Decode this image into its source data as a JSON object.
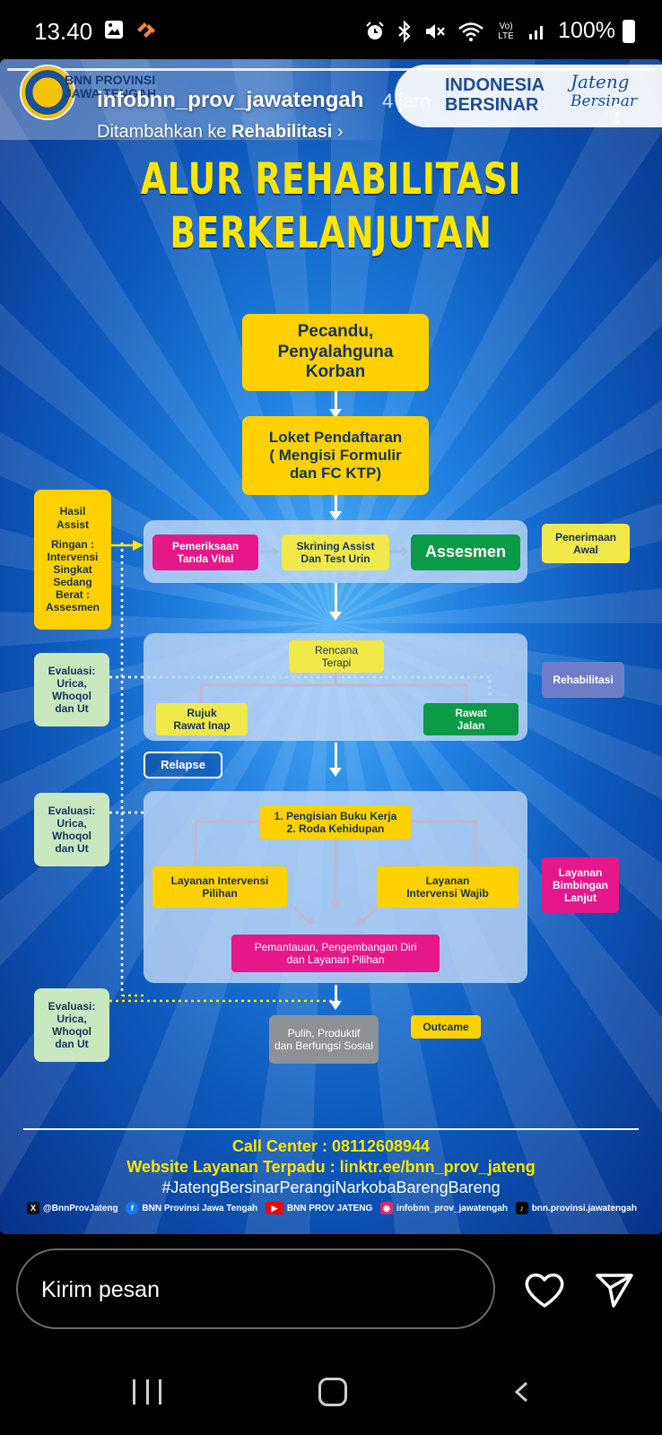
{
  "status_bar": {
    "time": "13.40",
    "battery": "100%",
    "network": "Vo) LTE"
  },
  "story": {
    "account": "infobnn_prov_jawatengah",
    "time_ago": "4 jam",
    "added_prefix": "Ditambahkan ke",
    "added_target": "Rehabilitasi",
    "bnn_name_line1": "BNN PROVINSI",
    "bnn_name_line2": "JAWA TENGAH",
    "brand_line1": "INDONESIA",
    "brand_line2": "BERSINAR",
    "brand2_line1": "Jateng",
    "brand2_line2": "Bersinar"
  },
  "poster": {
    "title_line1": "ALUR REHABILITASI",
    "title_line2": "BERKELANJUTAN",
    "boxes": {
      "pecandu": [
        "Pecandu,",
        "Penyalahguna",
        "Korban"
      ],
      "loket": [
        "Loket Pendaftaran",
        "( Mengisi Formulir",
        "dan FC KTP)"
      ],
      "hasil_assist": [
        "Hasil",
        "Assist",
        "",
        "Ringan :",
        "Intervensi",
        "Singkat",
        "Sedang",
        "Berat :",
        "Assesmen"
      ],
      "pemeriksaan": [
        "Pemeriksaan",
        "Tanda Vital"
      ],
      "skrining": [
        "Skrining Assist",
        "Dan Test Urin"
      ],
      "assesmen": "Assesmen",
      "penerimaan_awal": [
        "Penerimaan",
        "Awal"
      ],
      "evaluasi": [
        "Evaluasi:",
        "Urica,",
        "Whoqol",
        "dan Ut"
      ],
      "rencana_terapi": [
        "Rencana",
        "Terapi"
      ],
      "rujuk": [
        "Rujuk",
        "Rawat Inap"
      ],
      "rawat_jalan": [
        "Rawat",
        "Jalan"
      ],
      "rehabilitasi": "Rehabilitasi",
      "relapse": "Relapse",
      "pengisian": [
        "1. Pengisian Buku Kerja",
        "2. Roda Kehidupan"
      ],
      "layanan_pilihan": [
        "Layanan Intervensi",
        "Pilihan"
      ],
      "layanan_wajib": [
        "Layanan",
        "Intervensi Wajib"
      ],
      "layanan_bimbingan": [
        "Layanan",
        "Bimbingan",
        "Lanjut"
      ],
      "pemantauan": [
        "Pemantauan, Pengembangan Diri",
        "dan Layanan Pilihan"
      ],
      "pulih": [
        "Pulih, Produktif",
        "dan Berfungsi Sosial"
      ],
      "outcame": "Outcame"
    },
    "footer": {
      "call_center": "Call Center : 08112608944",
      "website": "Website Layanan Terpadu : linktr.ee/bnn_prov_jateng",
      "hashtag": "#JatengBersinarPerangiNarkobaBarengBareng",
      "socials": [
        {
          "icon": "x-icon",
          "label": "@BnnProvJateng"
        },
        {
          "icon": "facebook-icon",
          "label": "BNN Provinsi Jawa Tengah"
        },
        {
          "icon": "youtube-icon",
          "label": "BNN PROV JATENG"
        },
        {
          "icon": "instagram-icon",
          "label": "infobnn_prov_jawatengah"
        },
        {
          "icon": "tiktok-icon",
          "label": "bnn.provinsi.jawatengah"
        }
      ]
    }
  },
  "reply": {
    "placeholder": "Kirim pesan"
  },
  "colors": {
    "yellow": "#ffd100",
    "magenta": "#e6178b",
    "green": "#0b9a45",
    "title_yellow": "#ffe600"
  }
}
